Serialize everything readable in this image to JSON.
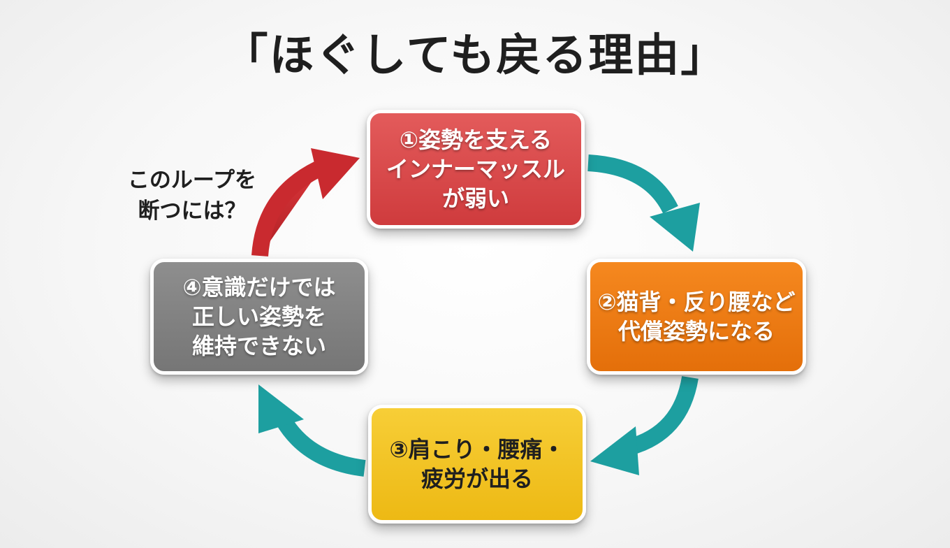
{
  "title": "「ほぐしても戻る理由」",
  "loop_question": "このループを\n断つには？",
  "steps": [
    {
      "label": "①姿勢を支える\nインナーマッスル\nが弱い"
    },
    {
      "label": "②猫背・反り腰など\n代償姿勢になる"
    },
    {
      "label": "③肩こり・腰痛・\n疲労が出る"
    },
    {
      "label": "④意識だけでは\n正しい姿勢を\n維持できない"
    }
  ],
  "colors": {
    "step1": "#d94446",
    "step2": "#ee7a12",
    "step3": "#f2c320",
    "step4": "#808080",
    "arrow_teal": "#1d9fa0",
    "arrow_red": "#c92a2f"
  }
}
